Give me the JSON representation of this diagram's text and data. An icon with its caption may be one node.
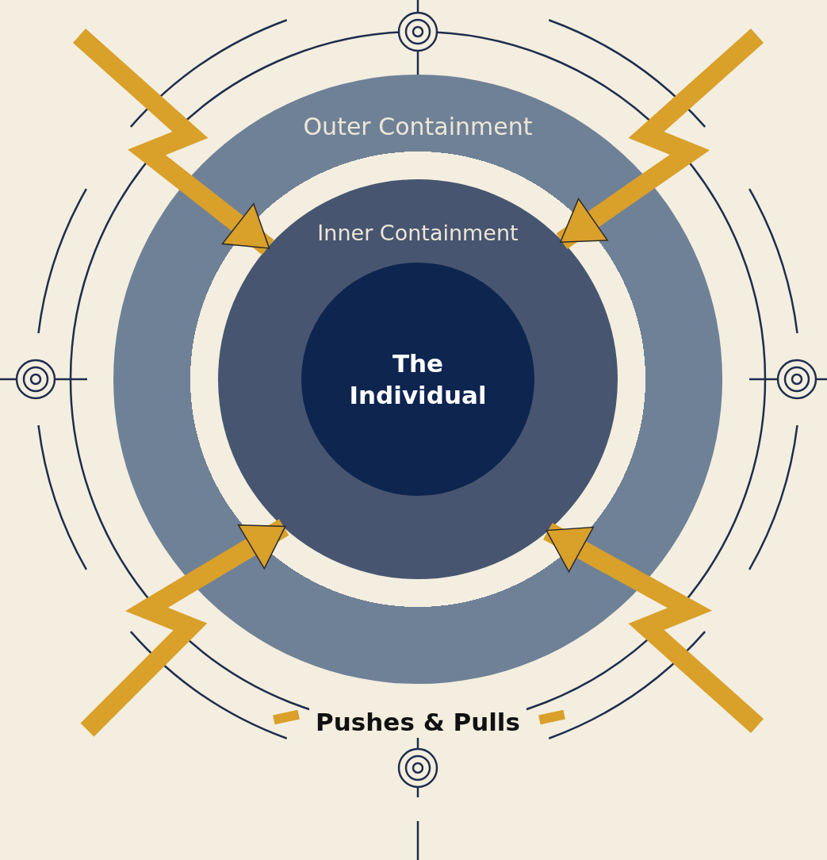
{
  "diagram": {
    "nodes": [
      {
        "text": [
          "Outer Containment"
        ]
      },
      {
        "text": [
          "Inner Containment"
        ],
        "in": 0
      },
      {
        "text": [
          "The Individual"
        ],
        "in": 1
      }
    ],
    "edges": [
      {
        "from": null,
        "to": 1,
        "arrow": "to"
      },
      {
        "from": null,
        "to": 1,
        "arrow": "to"
      },
      {
        "from": null,
        "to": 1,
        "arrow": "to"
      },
      {
        "from": null,
        "to": 1,
        "arrow": "to"
      }
    ],
    "labels": [
      "Pushes & Pulls"
    ]
  }
}
